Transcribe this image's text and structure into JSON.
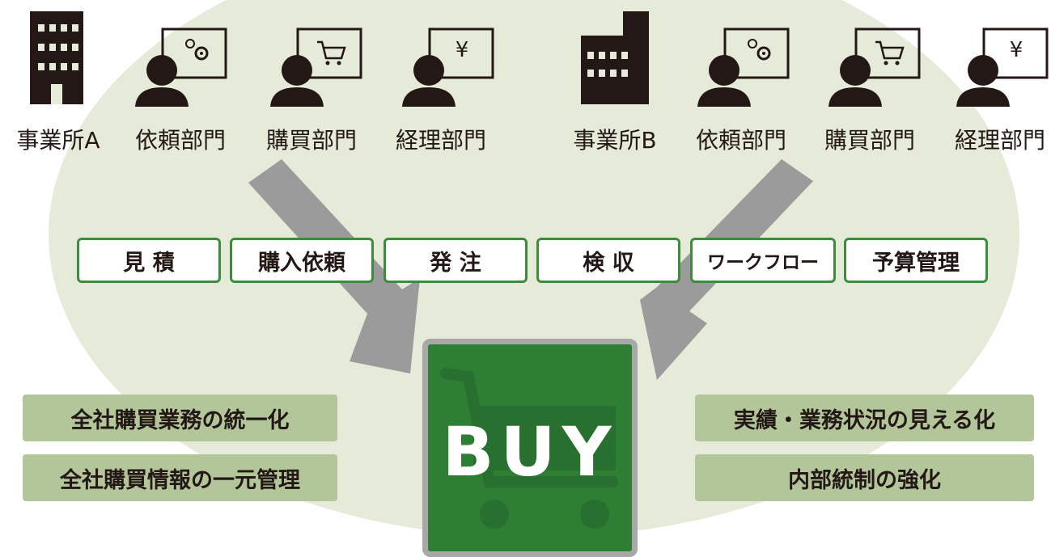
{
  "colors": {
    "ellipse": "#e6ead9",
    "arrow": "#9b9b9b",
    "process_border": "#3c8c3c",
    "benefit_bg": "#b3c69a",
    "buy_bg": "#2e7f34",
    "buy_frame": "#a8a8a8",
    "icon": "#231815"
  },
  "site_a": {
    "office_label": "事業所A",
    "departments": [
      {
        "label": "依頼部門",
        "icon": "gear-monitor-icon"
      },
      {
        "label": "購買部門",
        "icon": "cart-monitor-icon"
      },
      {
        "label": "経理部門",
        "icon": "yen-monitor-icon"
      }
    ]
  },
  "site_b": {
    "office_label": "事業所B",
    "departments": [
      {
        "label": "依頼部門",
        "icon": "gear-monitor-icon"
      },
      {
        "label": "購買部門",
        "icon": "cart-monitor-icon"
      },
      {
        "label": "経理部門",
        "icon": "yen-monitor-icon"
      }
    ]
  },
  "yen_symbol": "¥",
  "processes": [
    "見 積",
    "購入依頼",
    "発 注",
    "検 収",
    "ワークフロー",
    "予算管理"
  ],
  "product": {
    "name": "BUY"
  },
  "benefits_left": [
    "全社購買業務の統一化",
    "全社購買情報の一元管理"
  ],
  "benefits_right": [
    "実績・業務状況の見える化",
    "内部統制の強化"
  ]
}
